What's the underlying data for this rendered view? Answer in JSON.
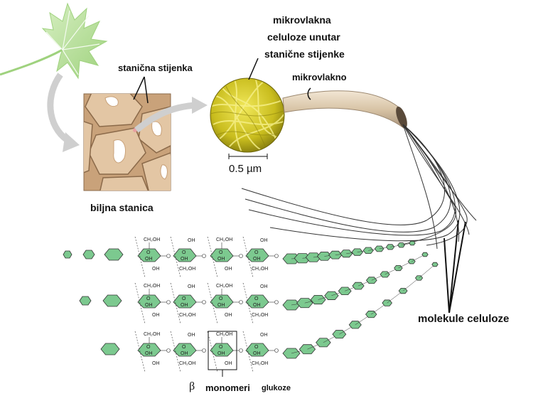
{
  "labels": {
    "cell_wall": "stanična stijenka",
    "plant_cell": "biljna stanica",
    "microfibrils_line1": "mikrovlakna",
    "microfibrils_line2": "celuloze unutar",
    "microfibrils_line3": "stanične stijenke",
    "microfibril": "mikrovlakno",
    "scale_bar": "0.5 µm",
    "cellulose_molecules": "molekule celuloze",
    "beta": "β",
    "monomers": "monomeri",
    "glucose": "glukoze"
  },
  "chem": {
    "ch2oh": "CH₂OH",
    "oh": "OH",
    "o": "O"
  },
  "colors": {
    "glucose_fill": "#7cc98f",
    "cell_wall": "#c9a27a",
    "cell_interior": "#e3c6a4",
    "microfibril_bg": "#d7cc2a",
    "fiber": "#d9c8b0"
  }
}
